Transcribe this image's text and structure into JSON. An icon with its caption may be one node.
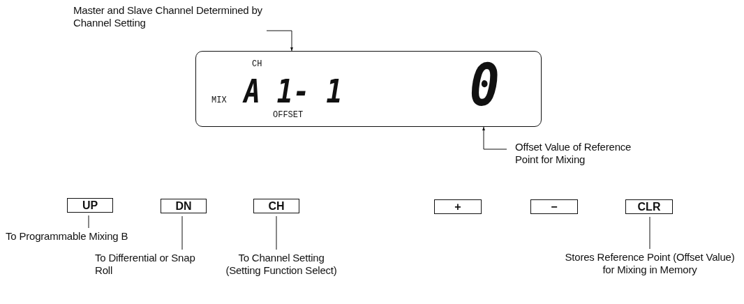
{
  "diagram": {
    "nodes": [
      {
        "text": [
          "CH",
          "MIX",
          "A 1- 1",
          "0",
          "OFFSET"
        ]
      },
      {
        "text": [
          "Master and Slave Channel Determined by Channel Setting"
        ]
      },
      {
        "text": [
          "Offset Value of Reference Point for Mixing"
        ]
      },
      {
        "text": [
          "UP"
        ]
      },
      {
        "text": [
          "DN"
        ]
      },
      {
        "text": [
          "CH"
        ]
      },
      {
        "text": [
          "+"
        ]
      },
      {
        "text": [
          "−"
        ]
      },
      {
        "text": [
          "CLR"
        ]
      },
      {
        "text": [
          "To Programmable Mixing B"
        ]
      },
      {
        "text": [
          "To Differential or Snap Roll"
        ]
      },
      {
        "text": [
          "To Channel Setting (Setting Function Select)"
        ]
      },
      {
        "text": [
          "Stores Reference Point (Offset Value) for Mixing in Memory"
        ]
      }
    ],
    "edges": [
      {
        "from": 1,
        "to": 0,
        "arrow": "to"
      },
      {
        "from": 2,
        "to": 0,
        "arrow": "to"
      },
      {
        "from": 3,
        "to": 9,
        "arrow": "none"
      },
      {
        "from": 4,
        "to": 10,
        "arrow": "none"
      },
      {
        "from": 5,
        "to": 11,
        "arrow": "none"
      },
      {
        "from": 8,
        "to": 12,
        "arrow": "none"
      }
    ]
  }
}
